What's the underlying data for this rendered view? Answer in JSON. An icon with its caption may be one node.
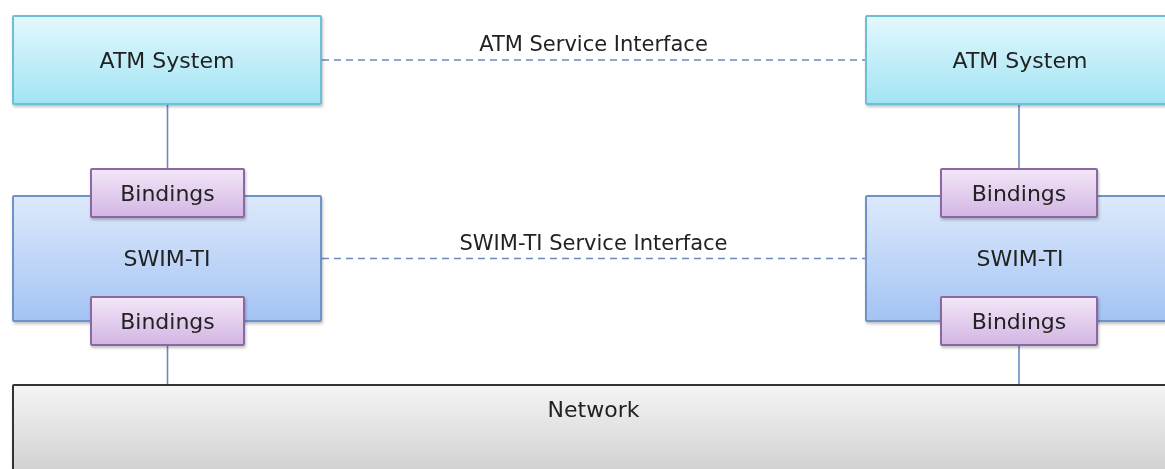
{
  "diagram": {
    "nodes": [
      {
        "text": [
          "ATM System"
        ]
      },
      {
        "text": [
          "SWIM-TI"
        ]
      },
      {
        "text": [
          "Bindings"
        ]
      },
      {
        "text": [
          "Bindings"
        ]
      },
      {
        "text": [
          "ATM System"
        ]
      },
      {
        "text": [
          "SWIM-TI"
        ]
      },
      {
        "text": [
          "Bindings"
        ]
      },
      {
        "text": [
          "Bindings"
        ]
      },
      {
        "text": [
          "Network"
        ]
      }
    ],
    "edges": [
      {
        "from": 0,
        "to": 4,
        "arrow": "none",
        "label": "ATM Service Interface",
        "style": "dashed"
      },
      {
        "from": 1,
        "to": 5,
        "arrow": "none",
        "label": "SWIM-TI Service Interface",
        "style": "dashed"
      },
      {
        "from": 0,
        "to": 2,
        "arrow": "none"
      },
      {
        "from": 3,
        "to": 8,
        "arrow": "none"
      },
      {
        "from": 4,
        "to": 6,
        "arrow": "none"
      },
      {
        "from": 7,
        "to": 8,
        "arrow": "none"
      }
    ]
  }
}
